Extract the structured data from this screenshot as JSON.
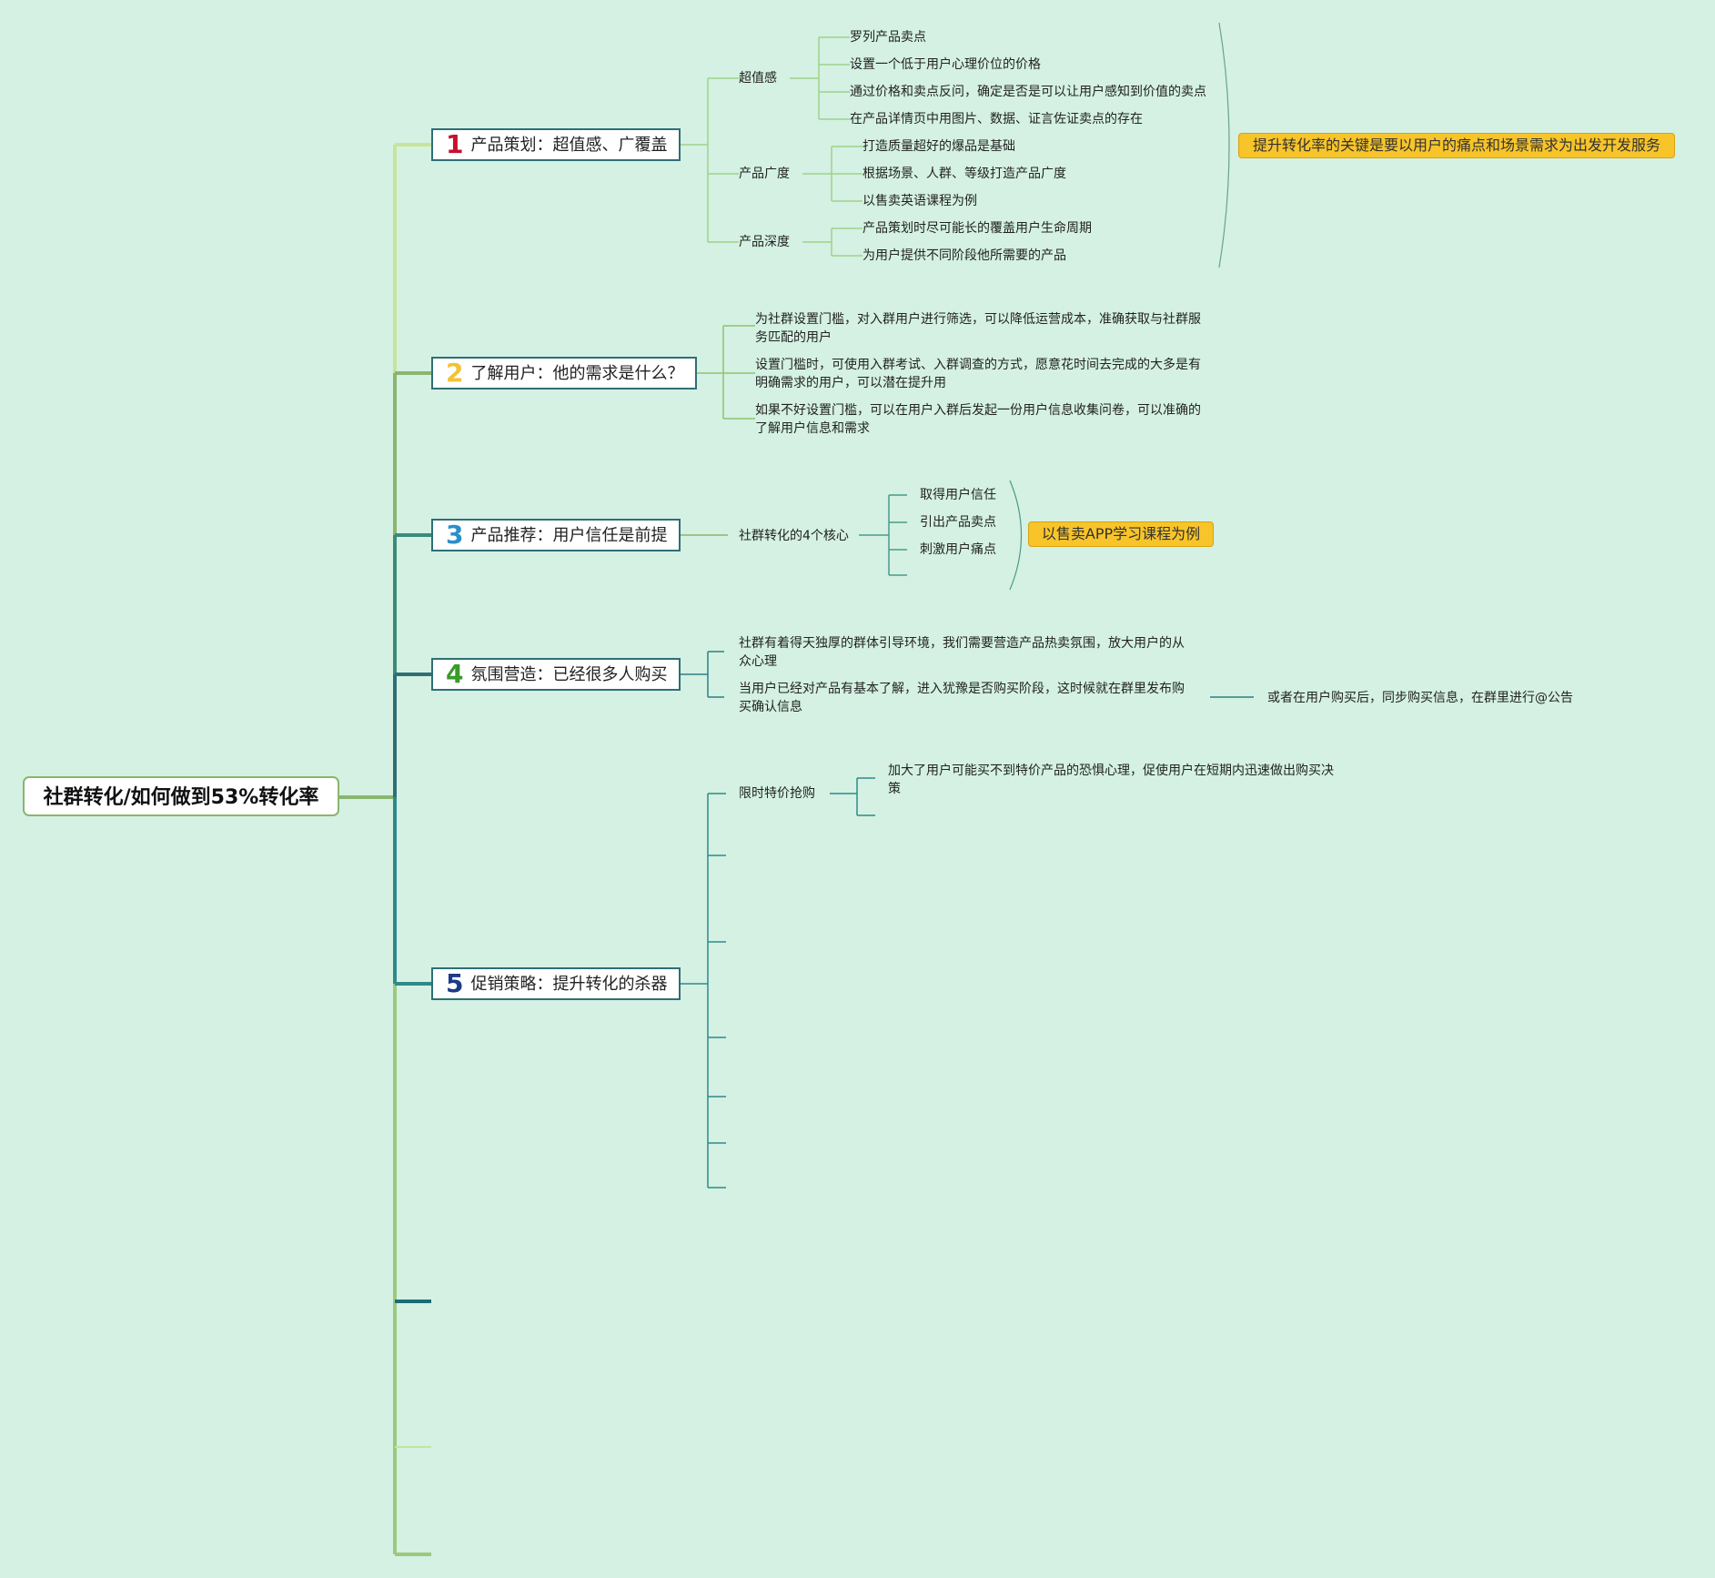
{
  "root": {
    "label": "社群转化/如何做到53%转化率"
  },
  "branches": [
    {
      "num": "1",
      "num_color": "#c8102e",
      "label": "产品策划：超值感、广覆盖",
      "groups": [
        {
          "label": "超值感",
          "items": [
            "罗列产品卖点",
            "设置一个低于用户心理价位的价格",
            "通过价格和卖点反问，确定是否是可以让用户感知到价值的卖点",
            "在产品详情页中用图片、数据、证言佐证卖点的存在"
          ]
        },
        {
          "label": "产品广度",
          "items": [
            "打造质量超好的爆品是基础",
            "根据场景、人群、等级打造产品广度",
            "以售卖英语课程为例"
          ]
        },
        {
          "label": "产品深度",
          "items": [
            "产品策划时尽可能长的覆盖用户生命周期",
            "为用户提供不同阶段他所需要的产品"
          ]
        }
      ],
      "summary": "提升转化率的关键是要以用户的痛点和场景需求为出发开发服务"
    },
    {
      "num": "2",
      "num_color": "#f2c232",
      "label": "了解用户：他的需求是什么？",
      "items": [
        "为社群设置门槛，对入群用户进行筛选，可以降低运营成本，准确获取与社群服务匹配的用户",
        "设置门槛时，可使用入群考试、入群调查的方式，愿意花时间去完成的大多是有明确需求的用户，可以潜在提升用",
        "如果不好设置门槛，可以在用户入群后发起一份用户信息收集问卷，可以准确的了解用户信息和需求"
      ]
    },
    {
      "num": "3",
      "num_color": "#2a8fc9",
      "label": "产品推荐：用户信任是前提",
      "group": {
        "label": "社群转化的4个核心",
        "items": [
          "取得用户信任",
          "引出产品卖点",
          "刺激用户痛点"
        ]
      },
      "summary": "以售卖APP学习课程为例"
    },
    {
      "num": "4",
      "num_color": "#3a9a2a",
      "label": "氛围营造：已经很多人购买",
      "items": [
        "社群有着得天独厚的群体引导环境，我们需要营造产品热卖氛围，放大用户的从众心理",
        "当用户已经对产品有基本了解，进入犹豫是否购买阶段，这时候就在群里发布购买确认信息"
      ],
      "extra": "或者在用户购买后，同步购买信息，在群里进行@公告"
    },
    {
      "num": "5",
      "num_color": "#1d3a8a",
      "label": "促销策略：提升转化的杀器",
      "group": {
        "label": "限时特价抢购",
        "items": [
          "加大了用户可能买不到特价产品的恐惧心理，促使用户在短期内迅速做出购买决策"
        ]
      }
    }
  ],
  "colors": {
    "background": "#d4f1e3",
    "callout": "#f7c42a",
    "branch_border": "#2e6f76"
  }
}
